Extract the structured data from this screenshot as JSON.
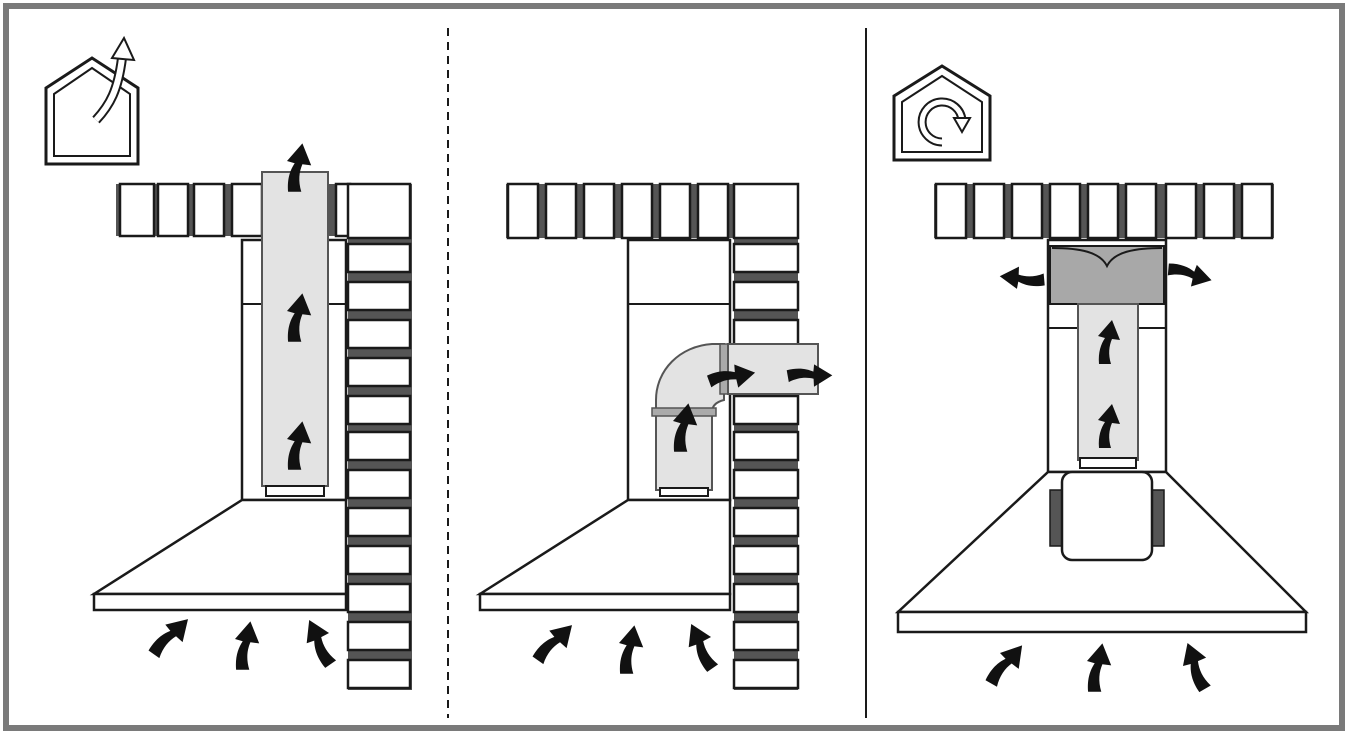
{
  "diagram": {
    "panels": [
      {
        "mode": "extraction",
        "icon": "house-exhaust-icon"
      },
      {
        "mode": "extraction-through-wall",
        "icon": ""
      },
      {
        "mode": "recirculation",
        "icon": "house-recirculation-icon"
      }
    ],
    "colors": {
      "frame": "#7a7a7a",
      "line": "#1a1a1a",
      "duct_fill": "#e3e3e3",
      "filter_fill": "#a8a8a8",
      "mortar": "#555555",
      "arrow": "#111111"
    }
  }
}
